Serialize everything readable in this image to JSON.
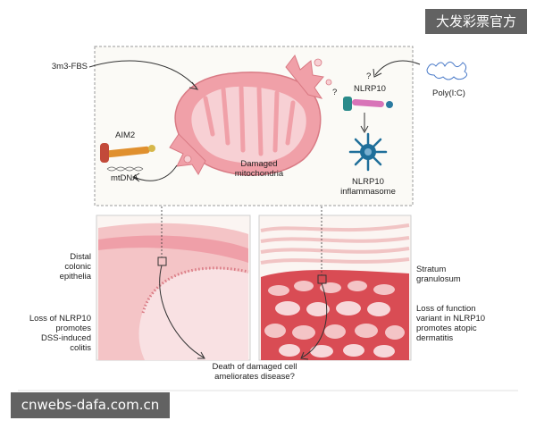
{
  "watermark": {
    "top": "大发彩票官方",
    "bottom": "cnwebs-dafa.com.cn"
  },
  "top_panel": {
    "compound": "3m3-FBS",
    "mito_label": "Damaged\nmitochondria",
    "aim2": "AIM2",
    "mtdna": "mtDNA",
    "question_left": "?",
    "question_right": "?",
    "nlrp10": "NLRP10",
    "polyic": "Poly(I:C)",
    "inflammasome": "NLRP10\ninflammasome"
  },
  "left_panel": {
    "tissue": "Distal\ncolonic\nepithelia",
    "effect": "Loss of NLRP10\npromotes\nDSS-induced\ncolitis"
  },
  "right_panel": {
    "tissue": "Stratum\ngranulosum",
    "effect": "Loss of function\nvariant in NLRP10\npromotes atopic\ndermatitis"
  },
  "bottom_question": "Death of damaged cell\nameliorates disease?",
  "colors": {
    "mito_fill": "#f0a0a8",
    "mito_inner": "#f7d0d4",
    "tissue_pink": "#f4c4c6",
    "cell_red": "#d94c54",
    "box_dash": "#888888",
    "inflammasome_blue": "#1f6f9a"
  }
}
